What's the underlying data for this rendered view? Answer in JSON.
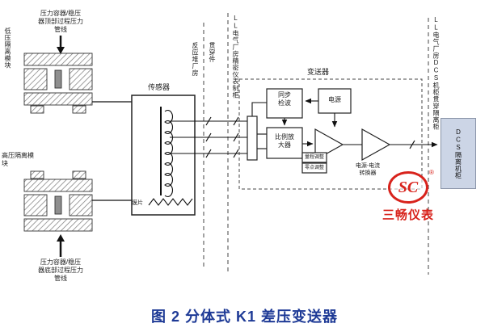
{
  "caption": "图 2  分体式 K1 差压变送器",
  "process": {
    "top_line_label": "压力容器/稳压器顶部过程压力管线",
    "bottom_line_label": "压力容器/稳压器底部过程压力管线",
    "low_pressure_module_label": "低压隔离模块",
    "high_pressure_module_label": "高压隔离模块"
  },
  "sensor": {
    "title": "传感器",
    "diaphragm_label": "膜片"
  },
  "boundaries": {
    "reactor_building": "反应堆厂房",
    "penetration": "贯穿件",
    "instrument_cabinet": "LL电气厂房精密仪表制柜",
    "dcs_isolation": "LL电气厂房DCS机柜贯穿隔离柜"
  },
  "transmitter": {
    "title": "变送器",
    "sync_detector": "同步\n检波",
    "power_supply": "电源",
    "proportional_amplifier": "比例放\n大器",
    "range_adjust": "量程调整",
    "zero_adjust": "零点调整",
    "power_current_converter": "电源-电流\n转换器"
  },
  "dcs_cabinet_label": "DCS隔离机柜",
  "logo": {
    "mark": "SC",
    "registered": "®",
    "name": "三畅仪表"
  },
  "colors": {
    "caption_blue": "#1e3a96",
    "logo_red": "#d8231c",
    "dcs_fill": "#ccd5e6"
  }
}
